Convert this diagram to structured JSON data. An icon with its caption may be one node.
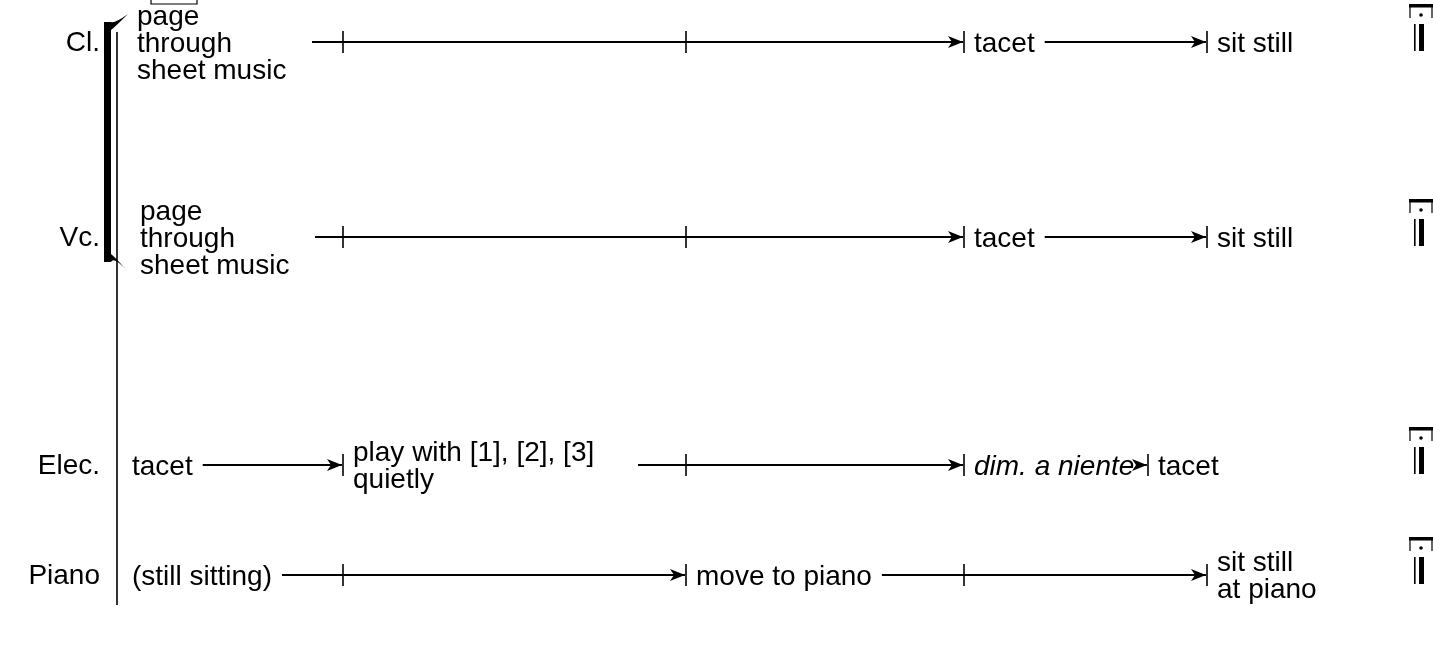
{
  "diagram": {
    "nodes": [
      {
        "text": [
          "page through sheet music"
        ]
      },
      {
        "text": [
          "tacet"
        ]
      },
      {
        "text": [
          "sit still"
        ]
      },
      {
        "text": [
          "page through sheet music"
        ]
      },
      {
        "text": [
          "tacet"
        ]
      },
      {
        "text": [
          "sit still"
        ]
      },
      {
        "text": [
          "tacet"
        ]
      },
      {
        "text": [
          "play with [1], [2], [3] quietly"
        ]
      },
      {
        "text": [
          "dim. a niente"
        ]
      },
      {
        "text": [
          "tacet"
        ]
      },
      {
        "text": [
          "(still sitting)"
        ]
      },
      {
        "text": [
          "move to piano"
        ]
      },
      {
        "text": [
          "sit still at piano"
        ]
      }
    ],
    "edges": [
      {
        "from": 0,
        "to": 1,
        "arrow": "to"
      },
      {
        "from": 1,
        "to": 2,
        "arrow": "to"
      },
      {
        "from": 3,
        "to": 4,
        "arrow": "to"
      },
      {
        "from": 4,
        "to": 5,
        "arrow": "to"
      },
      {
        "from": 6,
        "to": 7,
        "arrow": "to"
      },
      {
        "from": 7,
        "to": 8,
        "arrow": "to"
      },
      {
        "from": 8,
        "to": 9,
        "arrow": "to"
      },
      {
        "from": 10,
        "to": 11,
        "arrow": "to"
      },
      {
        "from": 11,
        "to": 12,
        "arrow": "to"
      }
    ],
    "labels": [
      "Cl.",
      "Vc.",
      "Elec.",
      "Piano"
    ]
  }
}
